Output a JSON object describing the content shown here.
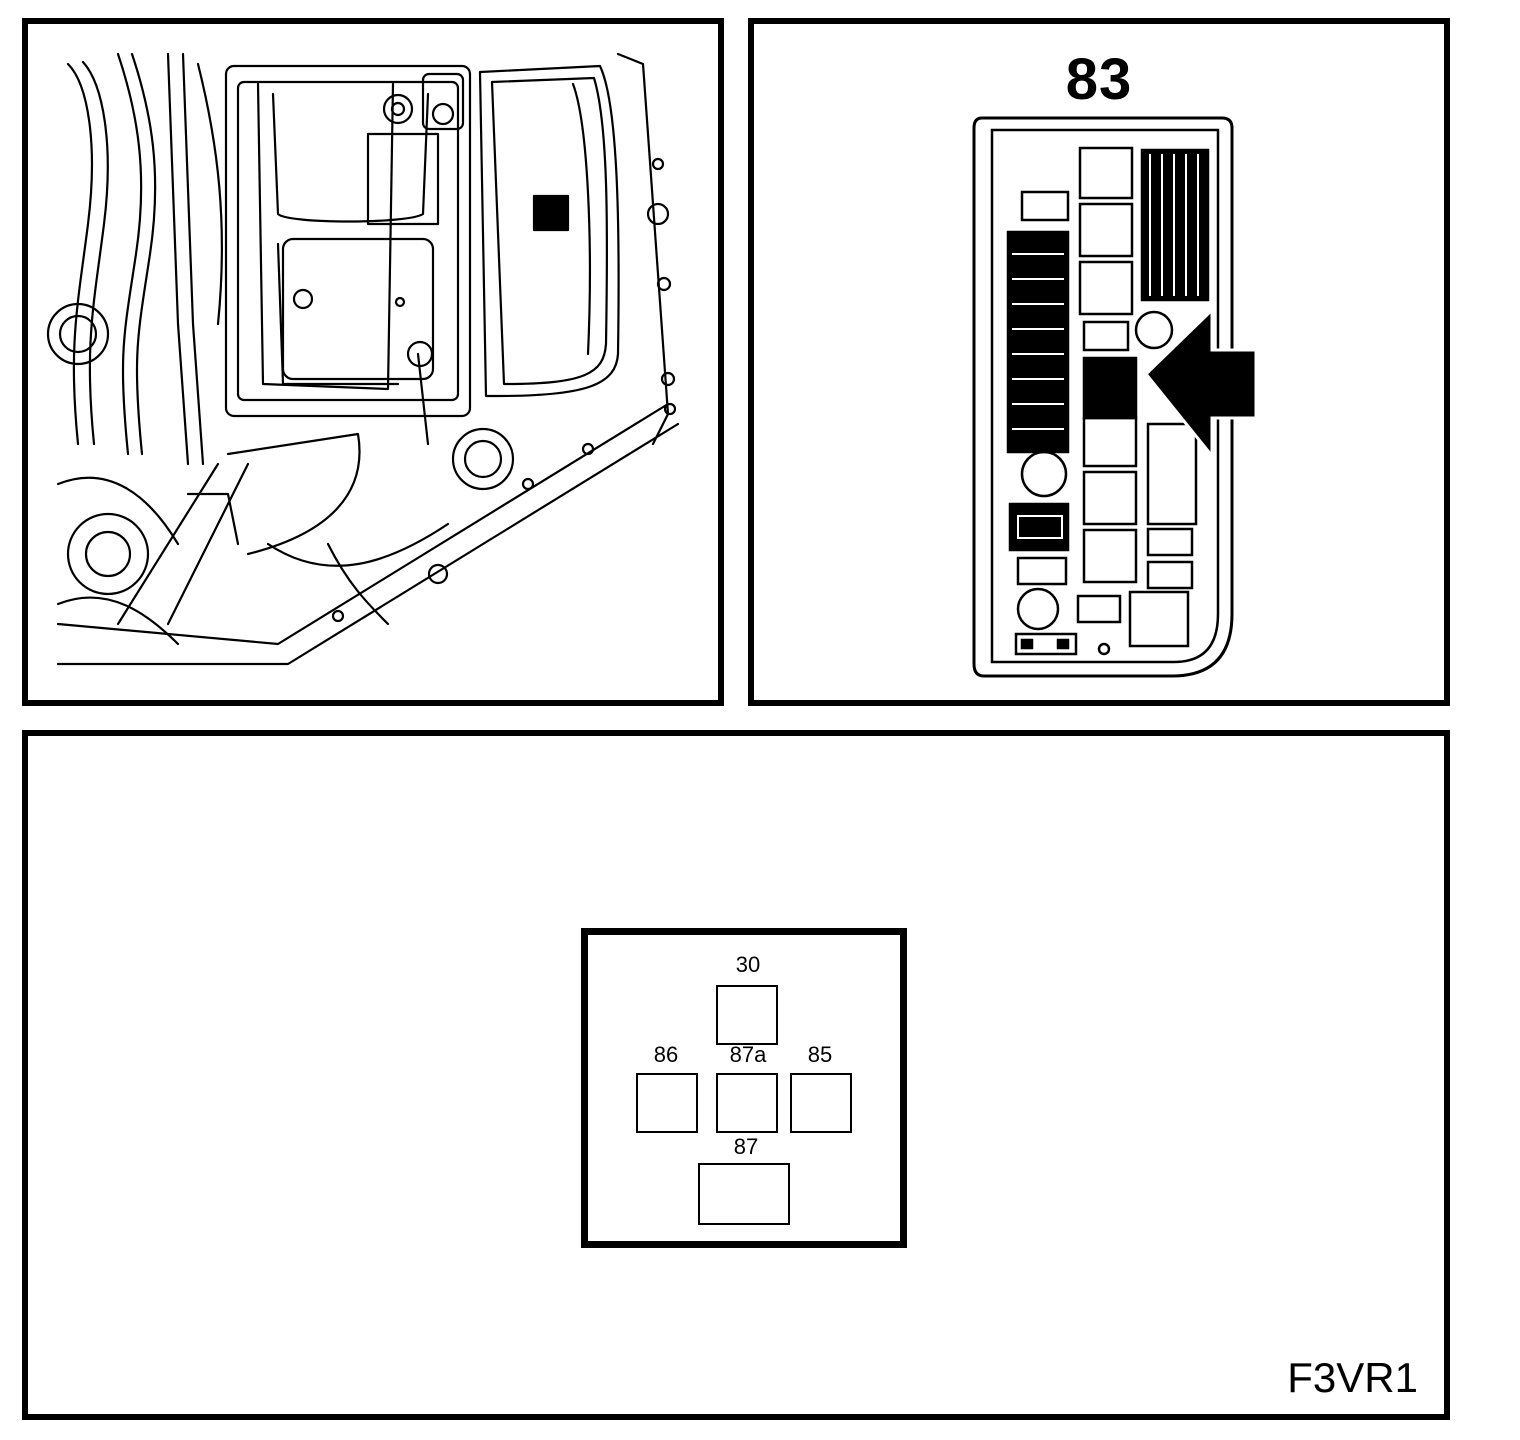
{
  "fusebox": {
    "number": "83"
  },
  "relay": {
    "pins": {
      "p30": "30",
      "p86": "86",
      "p87a": "87a",
      "p85": "85",
      "p87": "87"
    }
  },
  "figure_code": "F3VR1"
}
